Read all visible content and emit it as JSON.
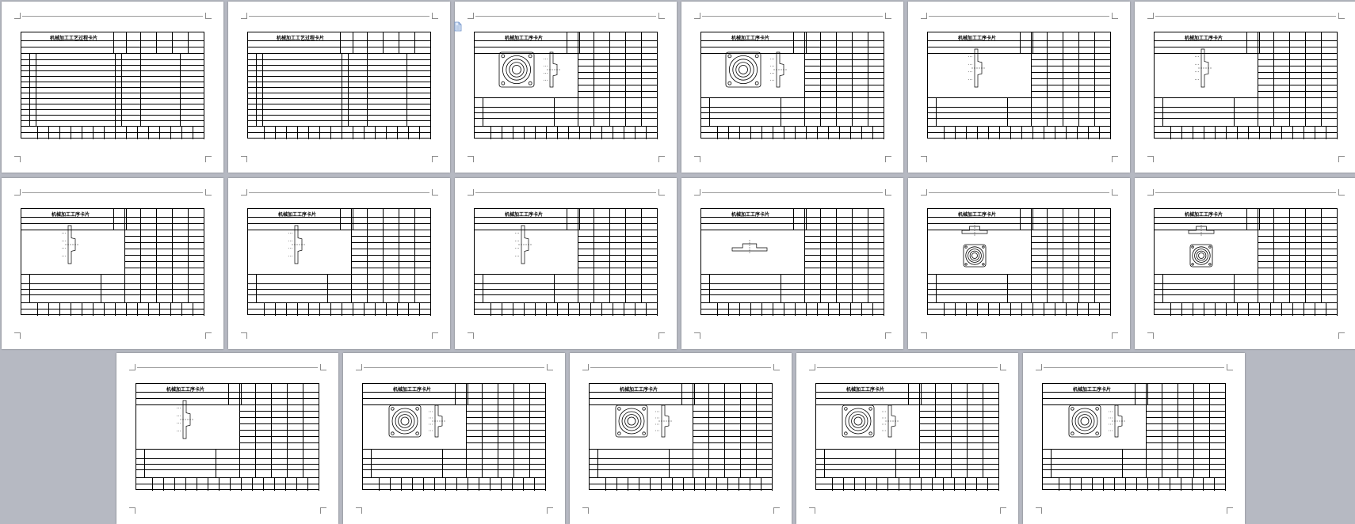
{
  "document": {
    "process_card_title": "机械加工工艺过程卡片",
    "operation_card_title": "机械加工工序卡片",
    "page_count": 17
  },
  "pages": [
    {
      "title": "机械加工工艺过程卡片",
      "drawing": "none",
      "type": "process"
    },
    {
      "title": "机械加工工艺过程卡片",
      "drawing": "none",
      "type": "process"
    },
    {
      "title": "机械加工工序卡片",
      "drawing": "flange-top",
      "type": "operation"
    },
    {
      "title": "机械加工工序卡片",
      "drawing": "flange-top",
      "type": "operation"
    },
    {
      "title": "机械加工工序卡片",
      "drawing": "side",
      "type": "operation"
    },
    {
      "title": "机械加工工序卡片",
      "drawing": "side",
      "type": "operation"
    },
    {
      "title": "机械加工工序卡片",
      "drawing": "side",
      "type": "operation"
    },
    {
      "title": "机械加工工序卡片",
      "drawing": "side",
      "type": "operation"
    },
    {
      "title": "机械加工工序卡片",
      "drawing": "side",
      "type": "operation"
    },
    {
      "title": "机械加工工序卡片",
      "drawing": "front-section",
      "type": "operation"
    },
    {
      "title": "机械加工工序卡片",
      "drawing": "combined",
      "type": "operation"
    },
    {
      "title": "机械加工工序卡片",
      "drawing": "combined",
      "type": "operation"
    },
    {
      "title": "机械加工工序卡片",
      "drawing": "side",
      "type": "operation"
    },
    {
      "title": "机械加工工序卡片",
      "drawing": "flange-pair",
      "type": "operation"
    },
    {
      "title": "机械加工工序卡片",
      "drawing": "flange-pair",
      "type": "operation"
    },
    {
      "title": "机械加工工序卡片",
      "drawing": "flange-pair",
      "type": "operation"
    },
    {
      "title": "机械加工工序卡片",
      "drawing": "flange-pair",
      "type": "operation"
    }
  ],
  "colors": {
    "background": "#b6b9c2",
    "page": "#ffffff",
    "ink": "#000000"
  }
}
